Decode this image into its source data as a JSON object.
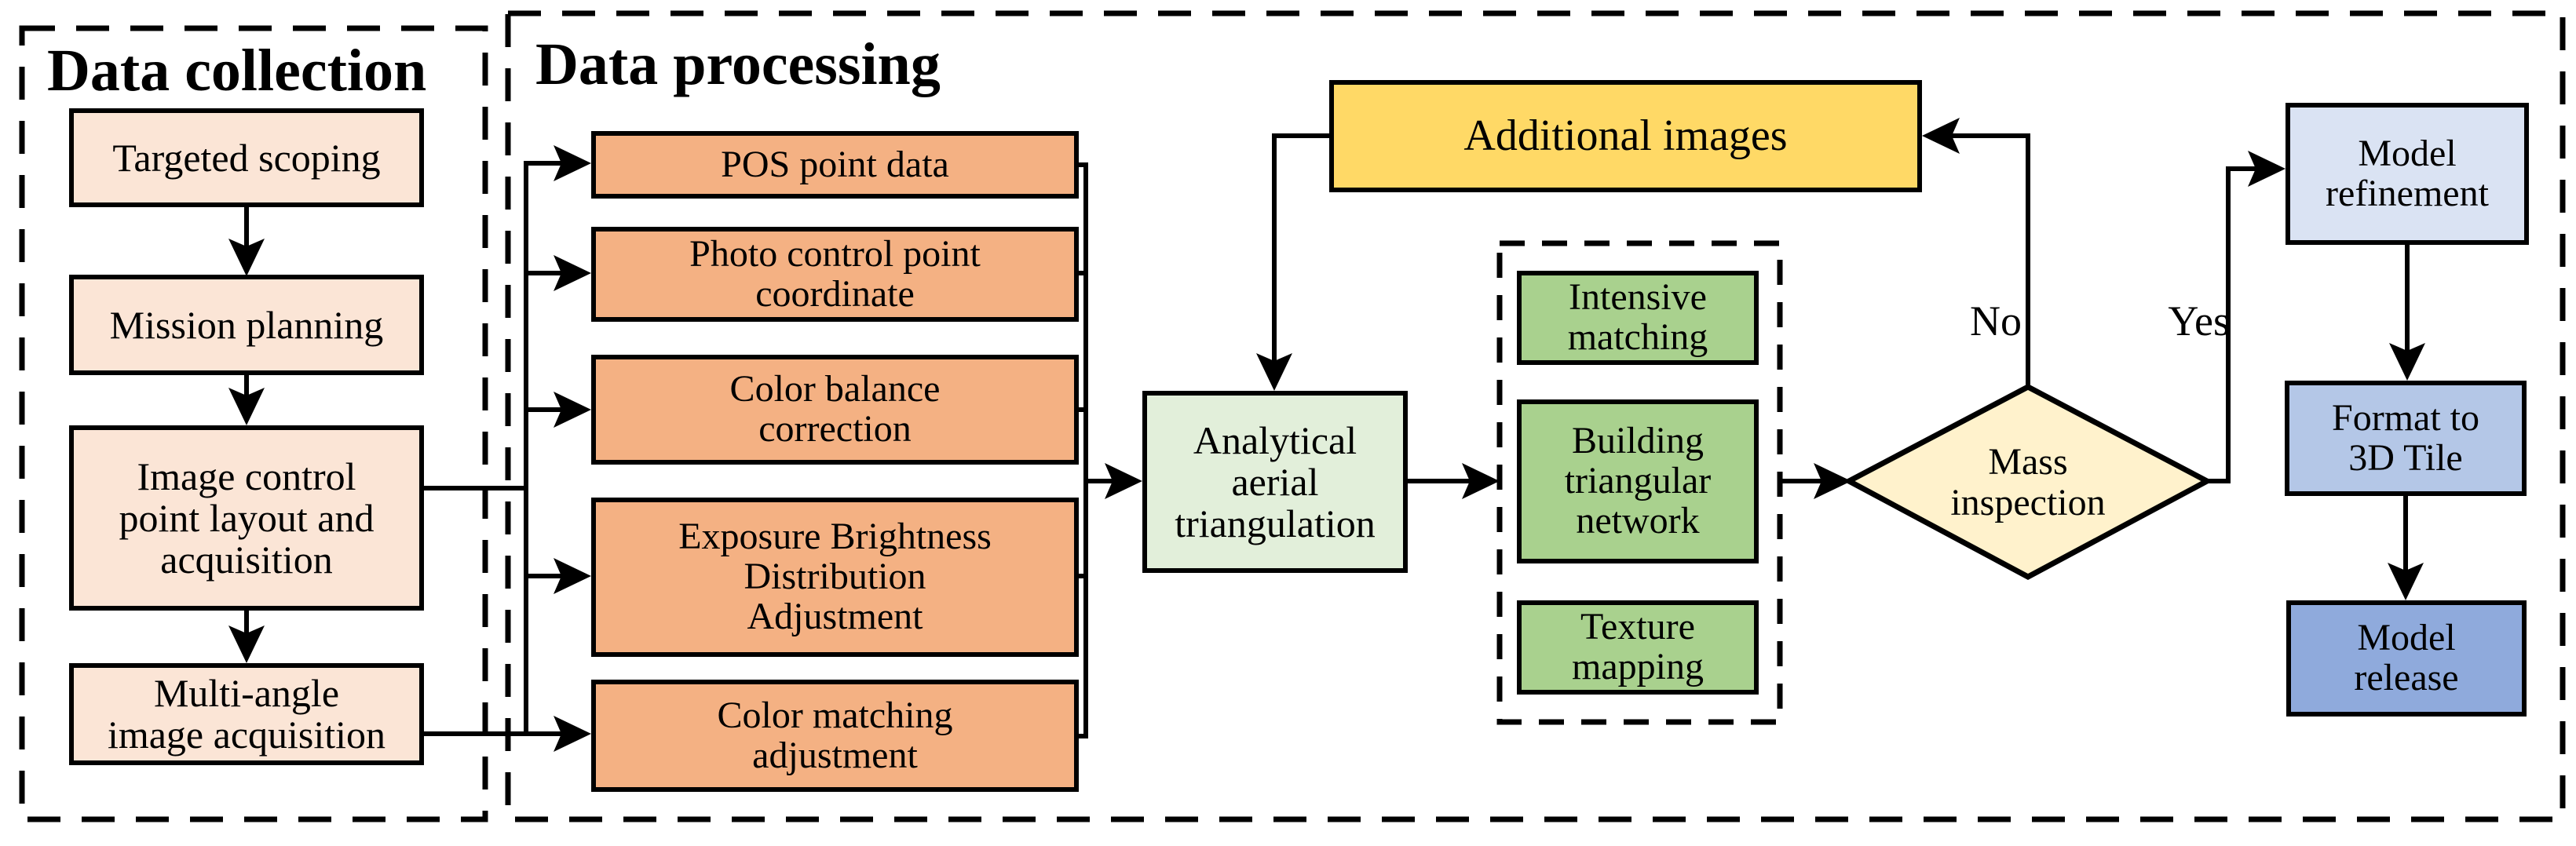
{
  "titles": {
    "collection": "Data collection",
    "processing": "Data processing"
  },
  "colors": {
    "background": "#FFFFFF",
    "line": "#000000",
    "collection_node_fill": "#FBE5D6",
    "processing_node_fill": "#F4B183",
    "triangulation_fill": "#E2EFDA",
    "reconstruction_fill": "#A9D18E",
    "additional_images_fill": "#FFD966",
    "decision_fill": "#FFF2CC",
    "model_refinement_fill": "#DAE3F3",
    "format_tile_fill": "#B4C7E7",
    "model_release_fill": "#8FAADC"
  },
  "collection_nodes": {
    "targeted_scoping": "Targeted scoping",
    "mission_planning": "Mission planning",
    "image_control": "Image control\npoint layout and\nacquisition",
    "multi_angle": "Multi-angle\nimage acquisition"
  },
  "processing_nodes": {
    "pos_point": "POS point data",
    "photo_control": "Photo control point\ncoordinate",
    "color_balance": "Color balance\ncorrection",
    "exposure": "Exposure Brightness\nDistribution\nAdjustment",
    "color_matching": "Color matching\nadjustment",
    "triangulation": "Analytical\naerial\ntriangulation",
    "intensive_matching": "Intensive\nmatching",
    "building_network": "Building\ntriangular\nnetwork",
    "texture_mapping": "Texture\nmapping",
    "additional_images": "Additional images"
  },
  "decision": {
    "label": "Mass\ninspection",
    "no_label": "No",
    "yes_label": "Yes"
  },
  "output_nodes": {
    "model_refinement": "Model\nrefinement",
    "format_tile": "Format to\n3D Tile",
    "model_release": "Model\nrelease"
  }
}
